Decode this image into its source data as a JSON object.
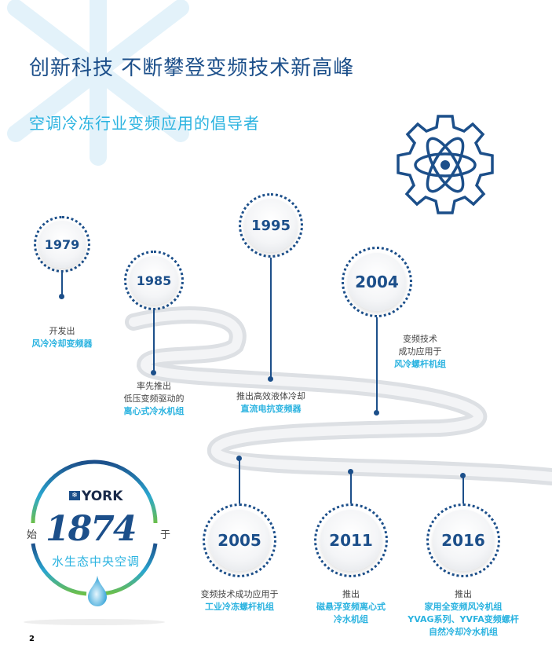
{
  "header": {
    "title": "创新科技  不断攀登变频技术新高峰",
    "subtitle": "空调冷冻行业变频应用的倡导者"
  },
  "timeline": [
    {
      "year": "1979",
      "line1": "开发出",
      "highlight": [
        "风冷冷却变频器"
      ]
    },
    {
      "year": "1985",
      "line1": "率先推出",
      "line2": "低压变频驱动的",
      "highlight": [
        "离心式冷水机组"
      ]
    },
    {
      "year": "1995",
      "line1": "推出高效液体冷却",
      "highlight": [
        "直流电抗变频器"
      ]
    },
    {
      "year": "2004",
      "line1": "变频技术",
      "line2": "成功应用于",
      "highlight": [
        "风冷螺杆机组"
      ]
    },
    {
      "year": "2005",
      "line1": "变频技术成功应用于",
      "highlight": [
        "工业冷冻螺杆机组"
      ]
    },
    {
      "year": "2011",
      "line1": "推出",
      "highlight": [
        "磁悬浮变频离心式",
        "冷水机组"
      ]
    },
    {
      "year": "2016",
      "line1": "推出",
      "highlight": [
        "家用全变频风冷机组",
        "YVAG系列、YVFA变频螺杆",
        "自然冷却冷水机组"
      ]
    }
  ],
  "logo": {
    "brand": "YORK",
    "year": "1874",
    "left": "始",
    "right": "于",
    "tagline": "水生态中央空调"
  },
  "icons": {
    "gear": "gear-atom-icon",
    "snowflake": "snowflake-watermark"
  },
  "colors": {
    "navy": "#1c4f8a",
    "cyan": "#2bb3e0"
  },
  "page_number": "2"
}
